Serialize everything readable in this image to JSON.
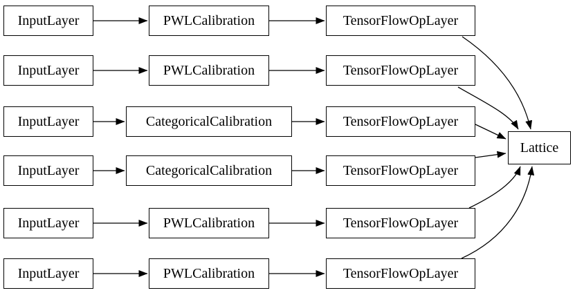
{
  "diagram": {
    "type": "layer-graph",
    "background_color": "#ffffff",
    "node_fill_color": "#ffffff",
    "node_border_color": "#000000",
    "edge_color": "#000000",
    "rows": [
      {
        "input": "InputLayer",
        "calibration": "PWLCalibration",
        "op": "TensorFlowOpLayer"
      },
      {
        "input": "InputLayer",
        "calibration": "PWLCalibration",
        "op": "TensorFlowOpLayer"
      },
      {
        "input": "InputLayer",
        "calibration": "CategoricalCalibration",
        "op": "TensorFlowOpLayer"
      },
      {
        "input": "InputLayer",
        "calibration": "CategoricalCalibration",
        "op": "TensorFlowOpLayer"
      },
      {
        "input": "InputLayer",
        "calibration": "PWLCalibration",
        "op": "TensorFlowOpLayer"
      },
      {
        "input": "InputLayer",
        "calibration": "PWLCalibration",
        "op": "TensorFlowOpLayer"
      }
    ],
    "output": {
      "label": "Lattice"
    }
  }
}
